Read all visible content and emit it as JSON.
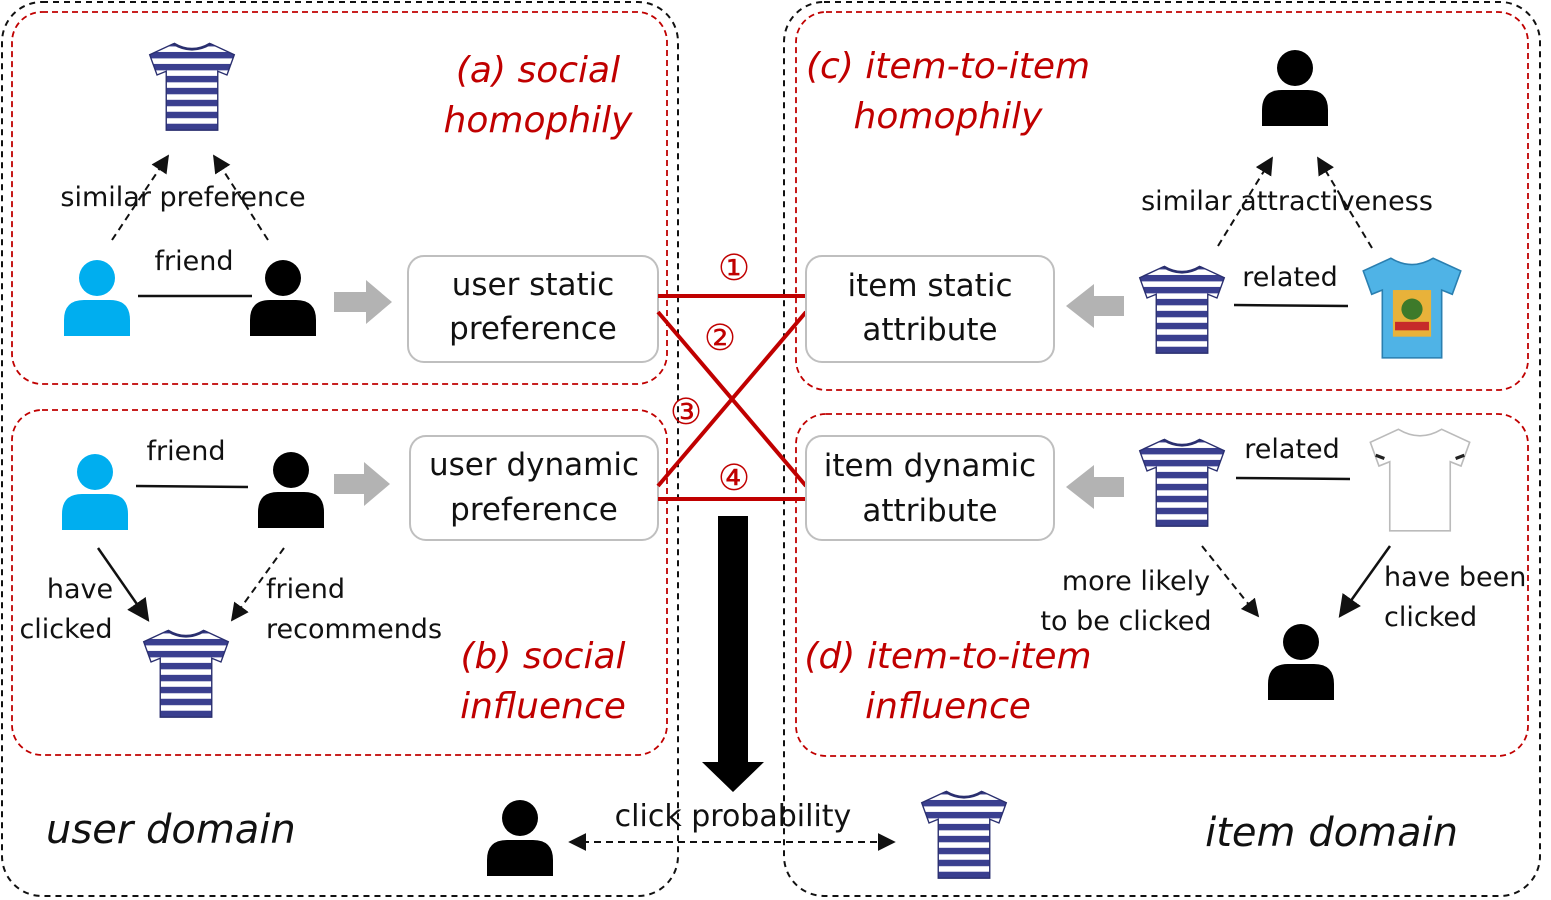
{
  "domains": {
    "user": "user domain",
    "item": "item domain"
  },
  "panels": {
    "a": {
      "title_line1": "(a) social",
      "title_line2": "homophily"
    },
    "b": {
      "title_line1": "(b) social",
      "title_line2": "influence"
    },
    "c": {
      "title_line1": "(c) item-to-item",
      "title_line2": "homophily"
    },
    "d": {
      "title_line1": "(d) item-to-item",
      "title_line2": "influence"
    }
  },
  "boxes": {
    "user_static": {
      "line1": "user static",
      "line2": "preference"
    },
    "user_dynamic": {
      "line1": "user dynamic",
      "line2": "preference"
    },
    "item_static": {
      "line1": "item static",
      "line2": "attribute"
    },
    "item_dynamic": {
      "line1": "item dynamic",
      "line2": "attribute"
    }
  },
  "labels": {
    "similar_preference": "similar preference",
    "friend_a": "friend",
    "friend_b": "friend",
    "have_clicked_1": "have",
    "have_clicked_2": "clicked",
    "friend_recommends_1": "friend",
    "friend_recommends_2": "recommends",
    "similar_attractiveness": "similar attractiveness",
    "related_c": "related",
    "related_d": "related",
    "more_likely_1": "more likely",
    "more_likely_2": "to be clicked",
    "have_been_clicked_1": "have been",
    "have_been_clicked_2": "clicked",
    "click_probability": "click probability"
  },
  "connections": {
    "n1": "①",
    "n2": "②",
    "n3": "③",
    "n4": "④"
  },
  "colors": {
    "accent_red": "#c00000",
    "user_blue": "#00aeef",
    "shirt_navy": "#3a3f8f",
    "gray_arrow": "#b3b3b3"
  },
  "icons": [
    "person-icon",
    "shirt-icon"
  ]
}
